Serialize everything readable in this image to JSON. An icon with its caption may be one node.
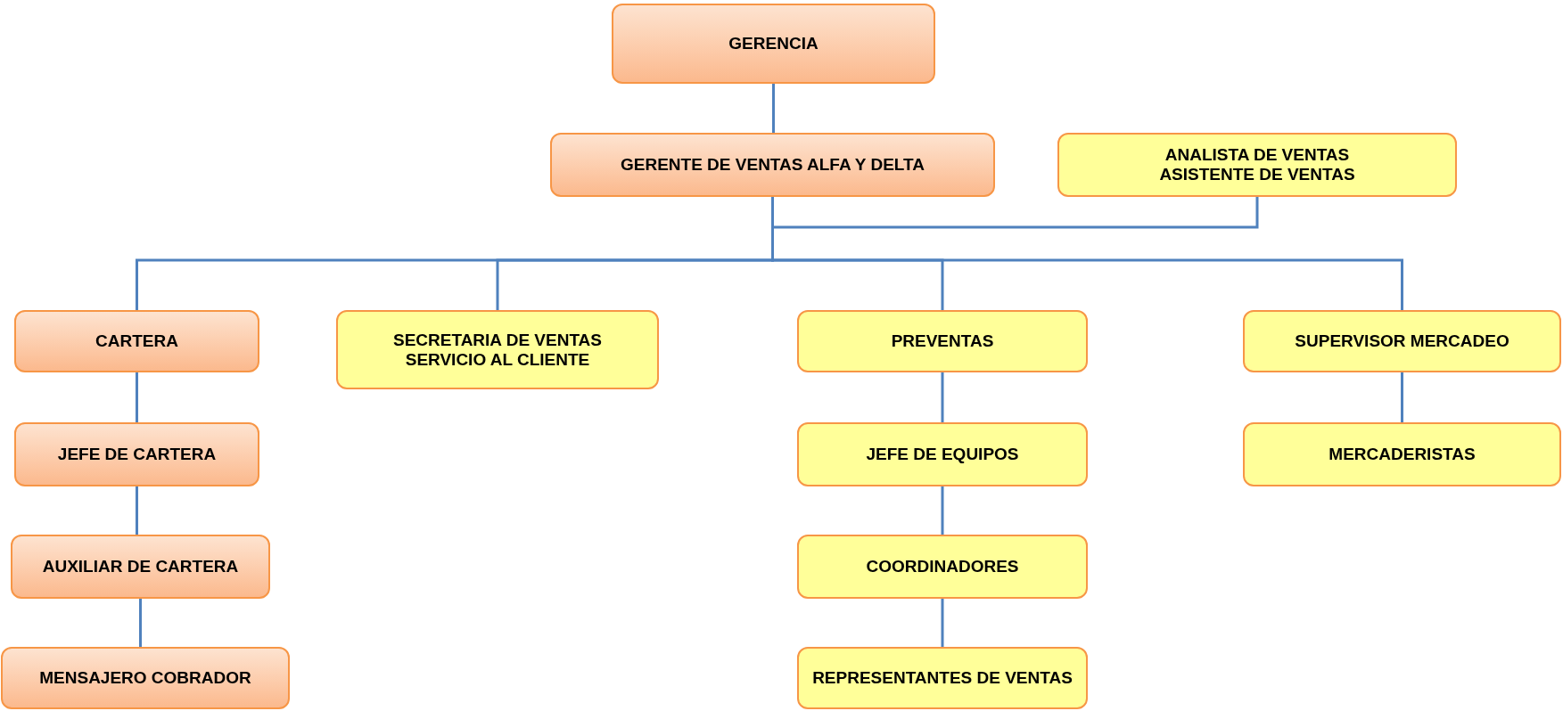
{
  "diagram": {
    "nodes": [
      {
        "text": [
          "GERENCIA"
        ]
      },
      {
        "text": [
          "GERENTE DE VENTAS ALFA Y DELTA"
        ]
      },
      {
        "text": [
          "ANALISTA DE VENTAS",
          "ASISTENTE DE VENTAS"
        ]
      },
      {
        "text": [
          "CARTERA"
        ]
      },
      {
        "text": [
          "SECRETARIA DE VENTAS",
          "SERVICIO AL CLIENTE"
        ]
      },
      {
        "text": [
          "PREVENTAS"
        ]
      },
      {
        "text": [
          "SUPERVISOR MERCADEO"
        ]
      },
      {
        "text": [
          "JEFE DE CARTERA"
        ]
      },
      {
        "text": [
          "AUXILIAR DE CARTERA"
        ]
      },
      {
        "text": [
          "MENSAJERO COBRADOR"
        ]
      },
      {
        "text": [
          "JEFE DE EQUIPOS"
        ]
      },
      {
        "text": [
          "COORDINADORES"
        ]
      },
      {
        "text": [
          "REPRESENTANTES DE VENTAS"
        ]
      },
      {
        "text": [
          "MERCADERISTAS"
        ]
      }
    ],
    "edges": [
      {
        "from": 0,
        "to": 1,
        "arrow": "none"
      },
      {
        "from": 1,
        "to": 2,
        "arrow": "none"
      },
      {
        "from": 1,
        "to": 3,
        "arrow": "none"
      },
      {
        "from": 1,
        "to": 4,
        "arrow": "none"
      },
      {
        "from": 1,
        "to": 5,
        "arrow": "none"
      },
      {
        "from": 1,
        "to": 6,
        "arrow": "none"
      },
      {
        "from": 3,
        "to": 7,
        "arrow": "none"
      },
      {
        "from": 7,
        "to": 8,
        "arrow": "none"
      },
      {
        "from": 8,
        "to": 9,
        "arrow": "none"
      },
      {
        "from": 5,
        "to": 10,
        "arrow": "none"
      },
      {
        "from": 10,
        "to": 11,
        "arrow": "none"
      },
      {
        "from": 11,
        "to": 12,
        "arrow": "none"
      },
      {
        "from": 6,
        "to": 13,
        "arrow": "none"
      }
    ]
  }
}
